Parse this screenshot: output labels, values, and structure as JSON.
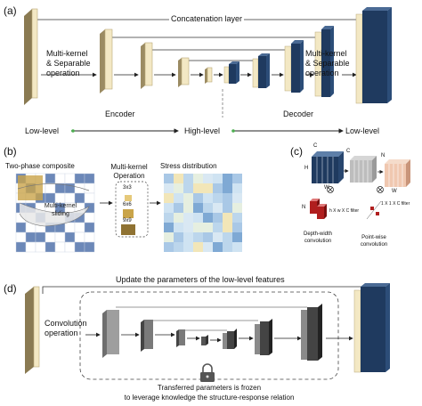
{
  "panel_a": {
    "tag": "(a)",
    "concat_label": "Concatenation layer",
    "left_label": [
      "Multi-kernel",
      "& Separable",
      "operation"
    ],
    "right_label": [
      "Multi-kernel",
      "& Separable",
      "operation"
    ],
    "encoder": "Encoder",
    "decoder": "Decoder",
    "low_level_left": "Low-level",
    "high_level": "High-level",
    "low_level_right": "Low-level"
  },
  "panel_b": {
    "tag": "(b)",
    "title_1": "Two-phase composite",
    "title_2": "Multi-kernel",
    "title_2b": "Operation",
    "title_3": "Stress distribution",
    "sliding": [
      "Multi-kernel",
      "sliding"
    ],
    "kernels": [
      "3x3",
      "6x6",
      "9x9"
    ]
  },
  "panel_c": {
    "tag": "(c)",
    "dims": {
      "c": "C",
      "h": "H",
      "w": "W",
      "n": "N"
    },
    "depthwise_filter": "h X w X C filter",
    "pointwise_filter": "1 X 1 X C filter",
    "depth_width": [
      "Depth-width",
      "convolution"
    ],
    "point_wise": [
      "Point-wise",
      "convolution"
    ]
  },
  "panel_d": {
    "tag": "(d)",
    "update_label": "Update the parameters of the low-level features",
    "conv_label": [
      "Convolution",
      "operation"
    ],
    "frozen": [
      "Transferred parameters is frozen",
      "to leverage knowledge the structure-response relation"
    ]
  },
  "colors": {
    "cream": "#f3e8c4",
    "navy": "#1f3a5f",
    "gray": "#8c8c8c",
    "green_dot": "#4caf50",
    "red": "#b01e1e",
    "peach": "#f0c8b0"
  }
}
